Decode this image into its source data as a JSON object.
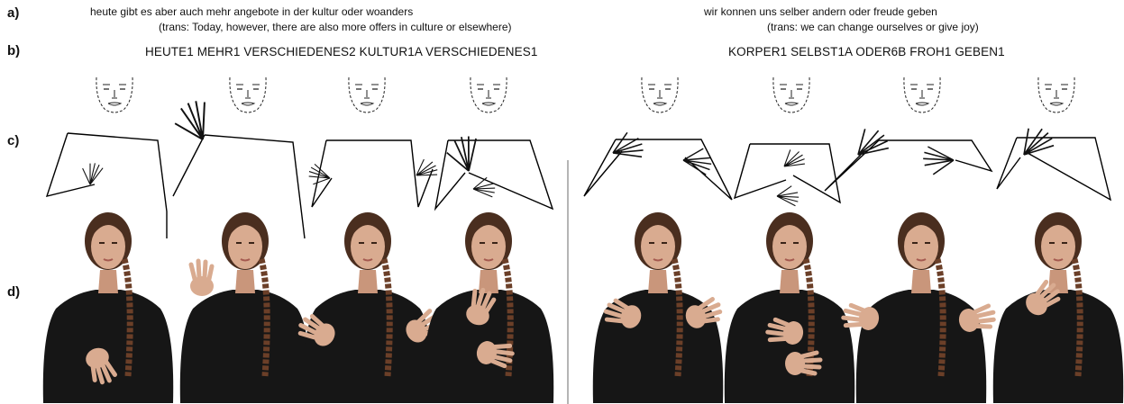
{
  "labels": {
    "a": "a)",
    "b": "b)",
    "c": "c)",
    "d": "d)"
  },
  "left": {
    "sentence": "heute gibt es aber auch mehr angebote in der kultur oder woanders",
    "translation": "(trans: Today, however, there are also more offers in culture or elsewhere)",
    "gloss": "HEUTE1 MEHR1 VERSCHIEDENES2 KULTUR1A VERSCHIEDENES1"
  },
  "right": {
    "sentence": "wir konnen uns selber andern oder freude geben",
    "translation": "(trans: we can change ourselves or give joy)",
    "gloss": "KORPER1 SELBST1A ODER6B FROH1 GEBEN1"
  },
  "colors": {
    "jacket": "#161616",
    "skin": "#d9ab90",
    "hair": "#4a2e1f",
    "divider": "#b5b5b5"
  }
}
